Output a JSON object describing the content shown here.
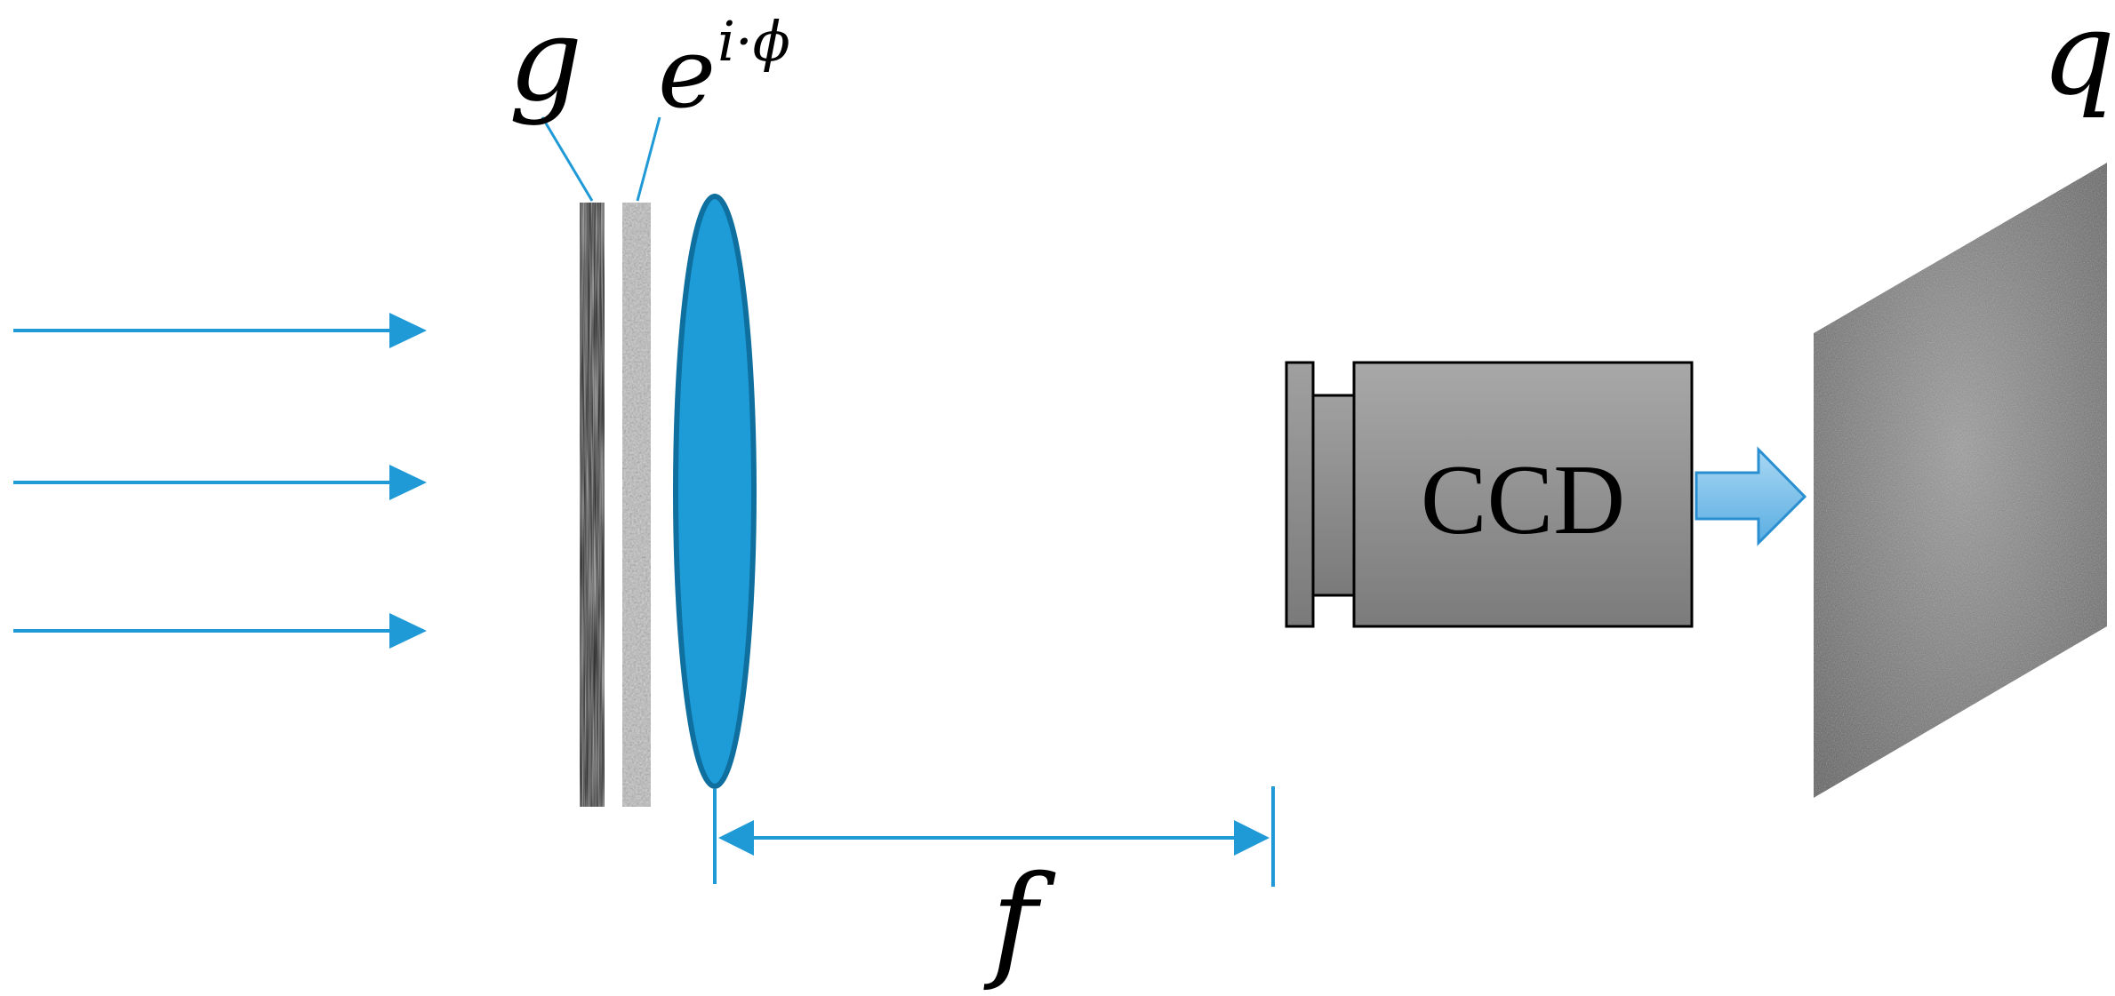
{
  "labels": {
    "amplitude_mask": "g",
    "phase_base": "e",
    "phase_exponent": "i·ϕ",
    "output_image": "q",
    "focal_length": "f",
    "camera": "CCD"
  },
  "colors": {
    "beam": "#1f9ad6",
    "lens_fill": "#1d9cd8",
    "lens_edge": "#0f6f9e",
    "camera_dark": "#7a7a7a",
    "camera_light": "#a6a6a6",
    "output_arrow": "#7cc1ea"
  },
  "icons": {
    "incident_beams": "arrow-right-icon",
    "lens": "convex-lens-icon",
    "camera": "ccd-camera-icon",
    "output_arrow": "block-arrow-right-icon",
    "output_image": "baboon-photo-icon"
  }
}
